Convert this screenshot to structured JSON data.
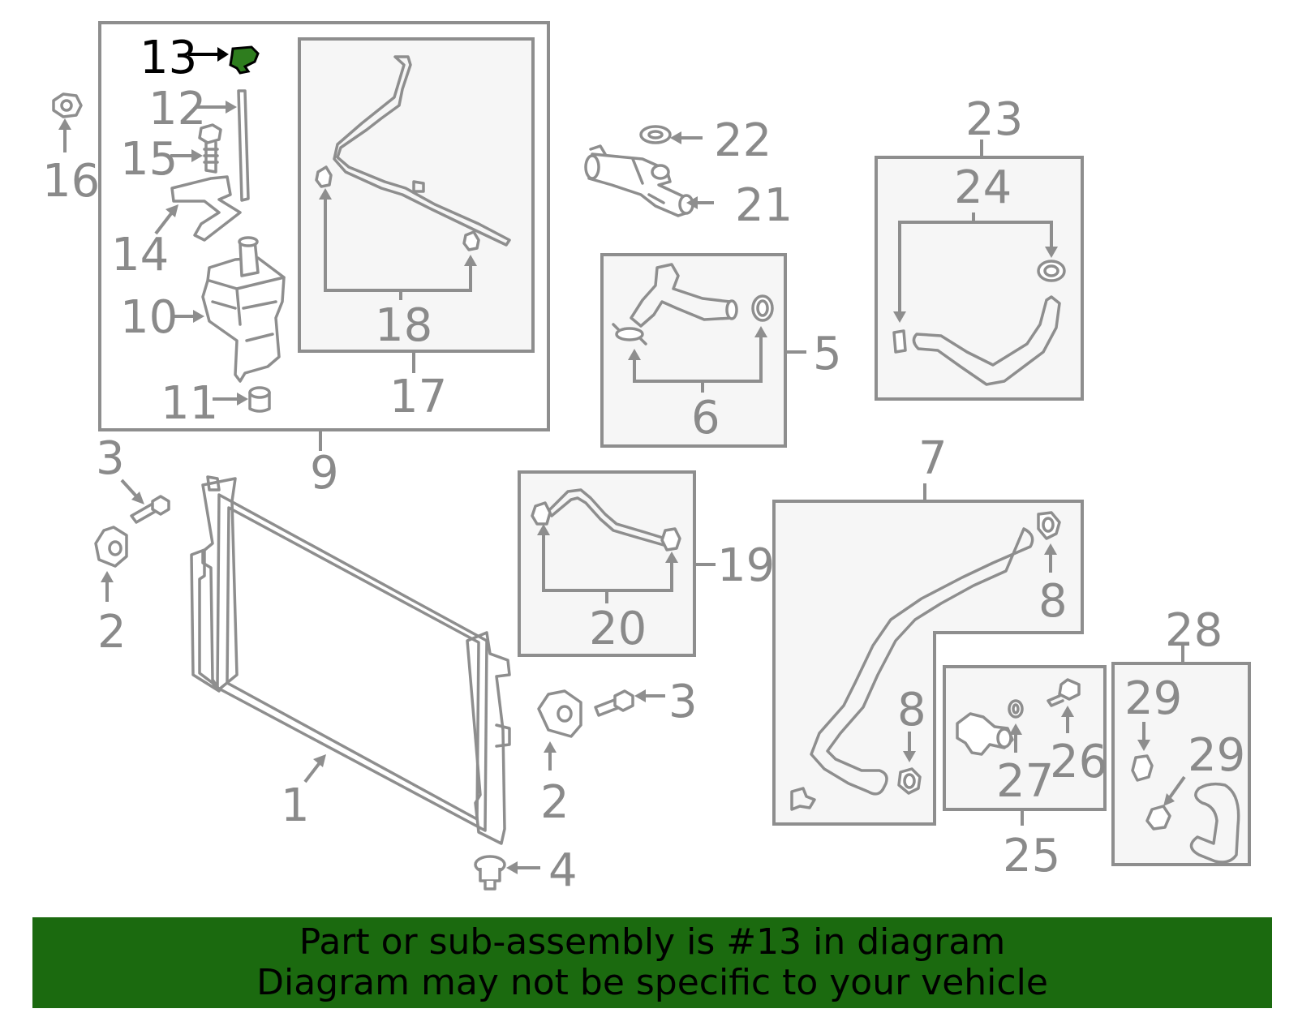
{
  "highlight_color": "#2e7d1e",
  "banner": {
    "background": "#1b6a0f",
    "line1": "Part or sub-assembly is #13 in diagram",
    "line2": "Diagram may not be specific to your vehicle"
  },
  "callouts": {
    "c1": "1",
    "c2a": "2",
    "c2b": "2",
    "c3a": "3",
    "c3b": "3",
    "c4": "4",
    "c5": "5",
    "c6": "6",
    "c7": "7",
    "c8a": "8",
    "c8b": "8",
    "c9": "9",
    "c10": "10",
    "c11": "11",
    "c12": "12",
    "c13": "13",
    "c14": "14",
    "c15": "15",
    "c16": "16",
    "c17": "17",
    "c18": "18",
    "c19": "19",
    "c20": "20",
    "c21": "21",
    "c22": "22",
    "c23": "23",
    "c24": "24",
    "c25": "25",
    "c26": "26",
    "c27": "27",
    "c28": "28",
    "c29a": "29",
    "c29b": "29"
  }
}
